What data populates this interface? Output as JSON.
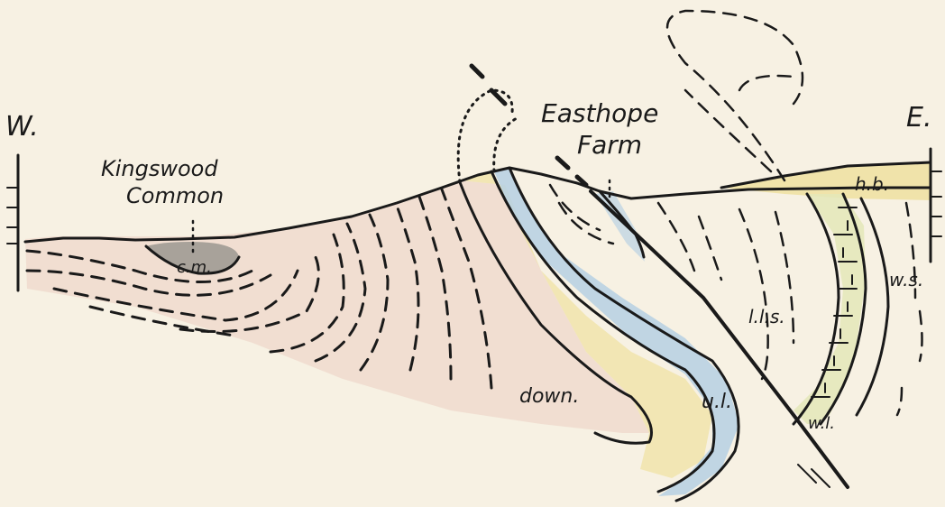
{
  "labels": {
    "west": "W.",
    "east": "E.",
    "kingswood": [
      "Kingswood",
      "Common"
    ],
    "easthope": [
      "Easthope",
      "Farm"
    ],
    "cm": "c.m.",
    "hb": "h.b.",
    "ws": "w.s.",
    "lls": "l.l.s.",
    "down": "down.",
    "ul": "u.l.",
    "wl": "w.l."
  },
  "colors": {
    "paper": "#f7f1e3",
    "downtonian": "#efd9cc",
    "upper_ludlow": "#f0e4a8",
    "limestone_band": "#b9d2e2",
    "wenlock_shale": "#e4e7b8",
    "hoar_edge": "#efe0a0",
    "ink": "#1a1a1a"
  }
}
